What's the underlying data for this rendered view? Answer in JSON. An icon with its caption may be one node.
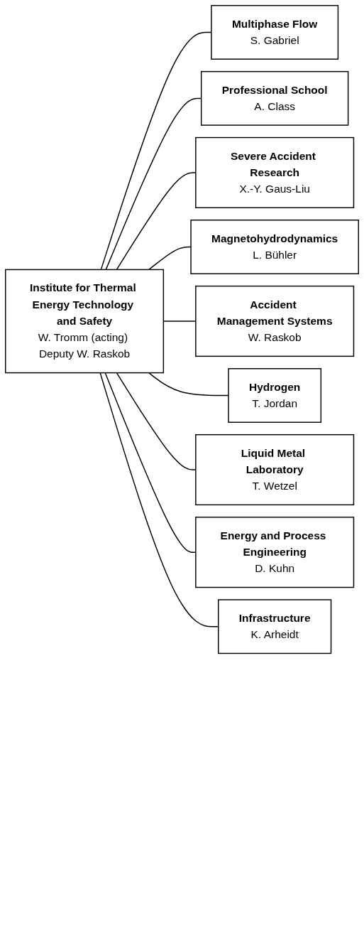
{
  "diagram": {
    "nodes": [
      {
        "text": [
          "Institute for Thermal Energy Technology and Safety",
          "W. Tromm (acting) Deputy W. Raskob"
        ]
      },
      {
        "text": [
          "Multiphase Flow",
          "S. Gabriel"
        ]
      },
      {
        "text": [
          "Professional School",
          "A. Class"
        ]
      },
      {
        "text": [
          "Severe Accident Research",
          "X.-Y. Gaus-Liu"
        ]
      },
      {
        "text": [
          "Magnetohydrodynamics",
          "L. Bühler"
        ]
      },
      {
        "text": [
          "Accident Management Systems",
          "W. Raskob"
        ]
      },
      {
        "text": [
          "Hydrogen",
          "T. Jordan"
        ]
      },
      {
        "text": [
          "Liquid Metal Laboratory",
          "T. Wetzel"
        ]
      },
      {
        "text": [
          "Energy and Process Engineering",
          "D. Kuhn"
        ]
      },
      {
        "text": [
          "Infrastructure",
          "K. Arheidt"
        ]
      }
    ],
    "edges": [
      {
        "from": 0,
        "to": 1,
        "arrow": "none"
      },
      {
        "from": 0,
        "to": 2,
        "arrow": "none"
      },
      {
        "from": 0,
        "to": 3,
        "arrow": "none"
      },
      {
        "from": 0,
        "to": 4,
        "arrow": "none"
      },
      {
        "from": 0,
        "to": 5,
        "arrow": "none"
      },
      {
        "from": 0,
        "to": 6,
        "arrow": "none"
      },
      {
        "from": 0,
        "to": 7,
        "arrow": "none"
      },
      {
        "from": 0,
        "to": 8,
        "arrow": "none"
      },
      {
        "from": 0,
        "to": 9,
        "arrow": "none"
      }
    ]
  }
}
